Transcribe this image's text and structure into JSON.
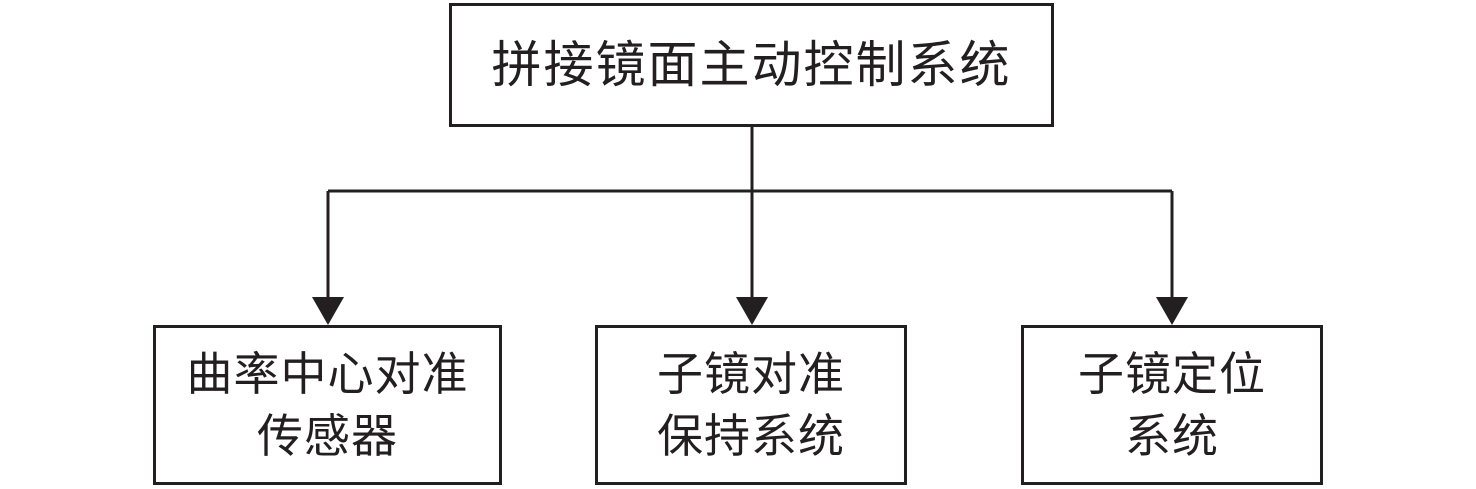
{
  "diagram": {
    "root": {
      "label": "拼接镜面主动控制系统"
    },
    "children": [
      {
        "line1": "曲率中心对准",
        "line2": "传感器"
      },
      {
        "line1": "子镜对准",
        "line2": "保持系统"
      },
      {
        "line1": "子镜定位",
        "line2": "系统"
      }
    ],
    "colors": {
      "stroke": "#231f20",
      "background": "#ffffff"
    }
  }
}
